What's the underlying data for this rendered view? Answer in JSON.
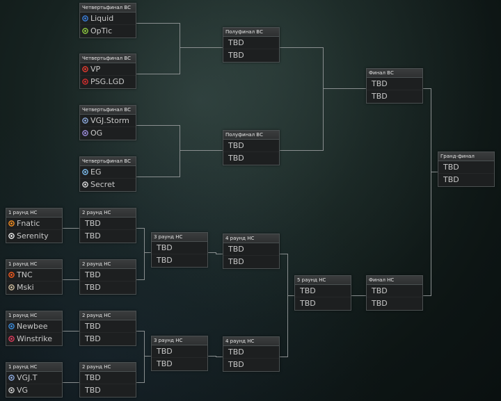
{
  "matches": [
    {
      "id": "qf1",
      "title": "Четвертьфинал ВС",
      "teams": [
        {
          "name": "Liquid",
          "icon": "liquid-logo-icon",
          "color": "#3b7dd8"
        },
        {
          "name": "OpTic",
          "icon": "optic-logo-icon",
          "color": "#8cc63f"
        }
      ]
    },
    {
      "id": "qf2",
      "title": "Четвертьфинал ВС",
      "teams": [
        {
          "name": "VP",
          "icon": "vp-logo-icon",
          "color": "#e03a2e"
        },
        {
          "name": "PSG.LGD",
          "icon": "psglgd-logo-icon",
          "color": "#d22e2e"
        }
      ]
    },
    {
      "id": "qf3",
      "title": "Четвертьфинал ВС",
      "teams": [
        {
          "name": "VGJ.Storm",
          "icon": "vgj-storm-logo-icon",
          "color": "#8aa6d8"
        },
        {
          "name": "OG",
          "icon": "og-logo-icon",
          "color": "#9a8ad8"
        }
      ]
    },
    {
      "id": "qf4",
      "title": "Четвертьфинал ВС",
      "teams": [
        {
          "name": "EG",
          "icon": "eg-logo-icon",
          "color": "#7ab8e8"
        },
        {
          "name": "Secret",
          "icon": "secret-logo-icon",
          "color": "#d8d8d8"
        }
      ]
    },
    {
      "id": "sf1",
      "title": "Полуфинал ВС",
      "teams": [
        {
          "name": "TBD"
        },
        {
          "name": "TBD"
        }
      ]
    },
    {
      "id": "sf2",
      "title": "Полуфинал ВС",
      "teams": [
        {
          "name": "TBD"
        },
        {
          "name": "TBD"
        }
      ]
    },
    {
      "id": "wf",
      "title": "Финал ВС",
      "teams": [
        {
          "name": "TBD"
        },
        {
          "name": "TBD"
        }
      ]
    },
    {
      "id": "gf",
      "title": "Гранд-финал",
      "teams": [
        {
          "name": "TBD"
        },
        {
          "name": "TBD"
        }
      ]
    },
    {
      "id": "r1a",
      "title": "1 раунд НС",
      "teams": [
        {
          "name": "Fnatic",
          "icon": "fnatic-logo-icon",
          "color": "#f28c1e"
        },
        {
          "name": "Serenity",
          "icon": "serenity-logo-icon",
          "color": "#e8e8e8"
        }
      ]
    },
    {
      "id": "r1b",
      "title": "1 раунд НС",
      "teams": [
        {
          "name": "TNC",
          "icon": "tnc-logo-icon",
          "color": "#f05a1e"
        },
        {
          "name": "Mski",
          "icon": "mski-logo-icon",
          "color": "#c8b89a"
        }
      ]
    },
    {
      "id": "r1c",
      "title": "1 раунд НС",
      "teams": [
        {
          "name": "Newbee",
          "icon": "newbee-logo-icon",
          "color": "#3a8ad8"
        },
        {
          "name": "Winstrike",
          "icon": "winstrike-logo-icon",
          "color": "#d83a5a"
        }
      ]
    },
    {
      "id": "r1d",
      "title": "1 раунд НС",
      "teams": [
        {
          "name": "VGJ.T",
          "icon": "vgj-t-logo-icon",
          "color": "#8aa6d8"
        },
        {
          "name": "VG",
          "icon": "vg-logo-icon",
          "color": "#c8c8c8"
        }
      ]
    },
    {
      "id": "r2a",
      "title": "2 раунд НС",
      "teams": [
        {
          "name": "TBD"
        },
        {
          "name": "TBD"
        }
      ]
    },
    {
      "id": "r2b",
      "title": "2 раунд НС",
      "teams": [
        {
          "name": "TBD"
        },
        {
          "name": "TBD"
        }
      ]
    },
    {
      "id": "r2c",
      "title": "2 раунд НС",
      "teams": [
        {
          "name": "TBD"
        },
        {
          "name": "TBD"
        }
      ]
    },
    {
      "id": "r2d",
      "title": "2 раунд НС",
      "teams": [
        {
          "name": "TBD"
        },
        {
          "name": "TBD"
        }
      ]
    },
    {
      "id": "r3a",
      "title": "3 раунд НС",
      "teams": [
        {
          "name": "TBD"
        },
        {
          "name": "TBD"
        }
      ]
    },
    {
      "id": "r3b",
      "title": "3 раунд НС",
      "teams": [
        {
          "name": "TBD"
        },
        {
          "name": "TBD"
        }
      ]
    },
    {
      "id": "r4a",
      "title": "4 раунд НС",
      "teams": [
        {
          "name": "TBD"
        },
        {
          "name": "TBD"
        }
      ]
    },
    {
      "id": "r4b",
      "title": "4 раунд НС",
      "teams": [
        {
          "name": "TBD"
        },
        {
          "name": "TBD"
        }
      ]
    },
    {
      "id": "r5",
      "title": "5 раунд НС",
      "teams": [
        {
          "name": "TBD"
        },
        {
          "name": "TBD"
        }
      ]
    },
    {
      "id": "lf",
      "title": "Финал НС",
      "teams": [
        {
          "name": "TBD"
        },
        {
          "name": "TBD"
        }
      ]
    }
  ],
  "colors": {
    "connector": "#8a8f90",
    "card_bg": "#1d1f20",
    "card_border": "#4b5152",
    "header_text": "#e6e6e6",
    "team_text": "#c9c9c9"
  }
}
